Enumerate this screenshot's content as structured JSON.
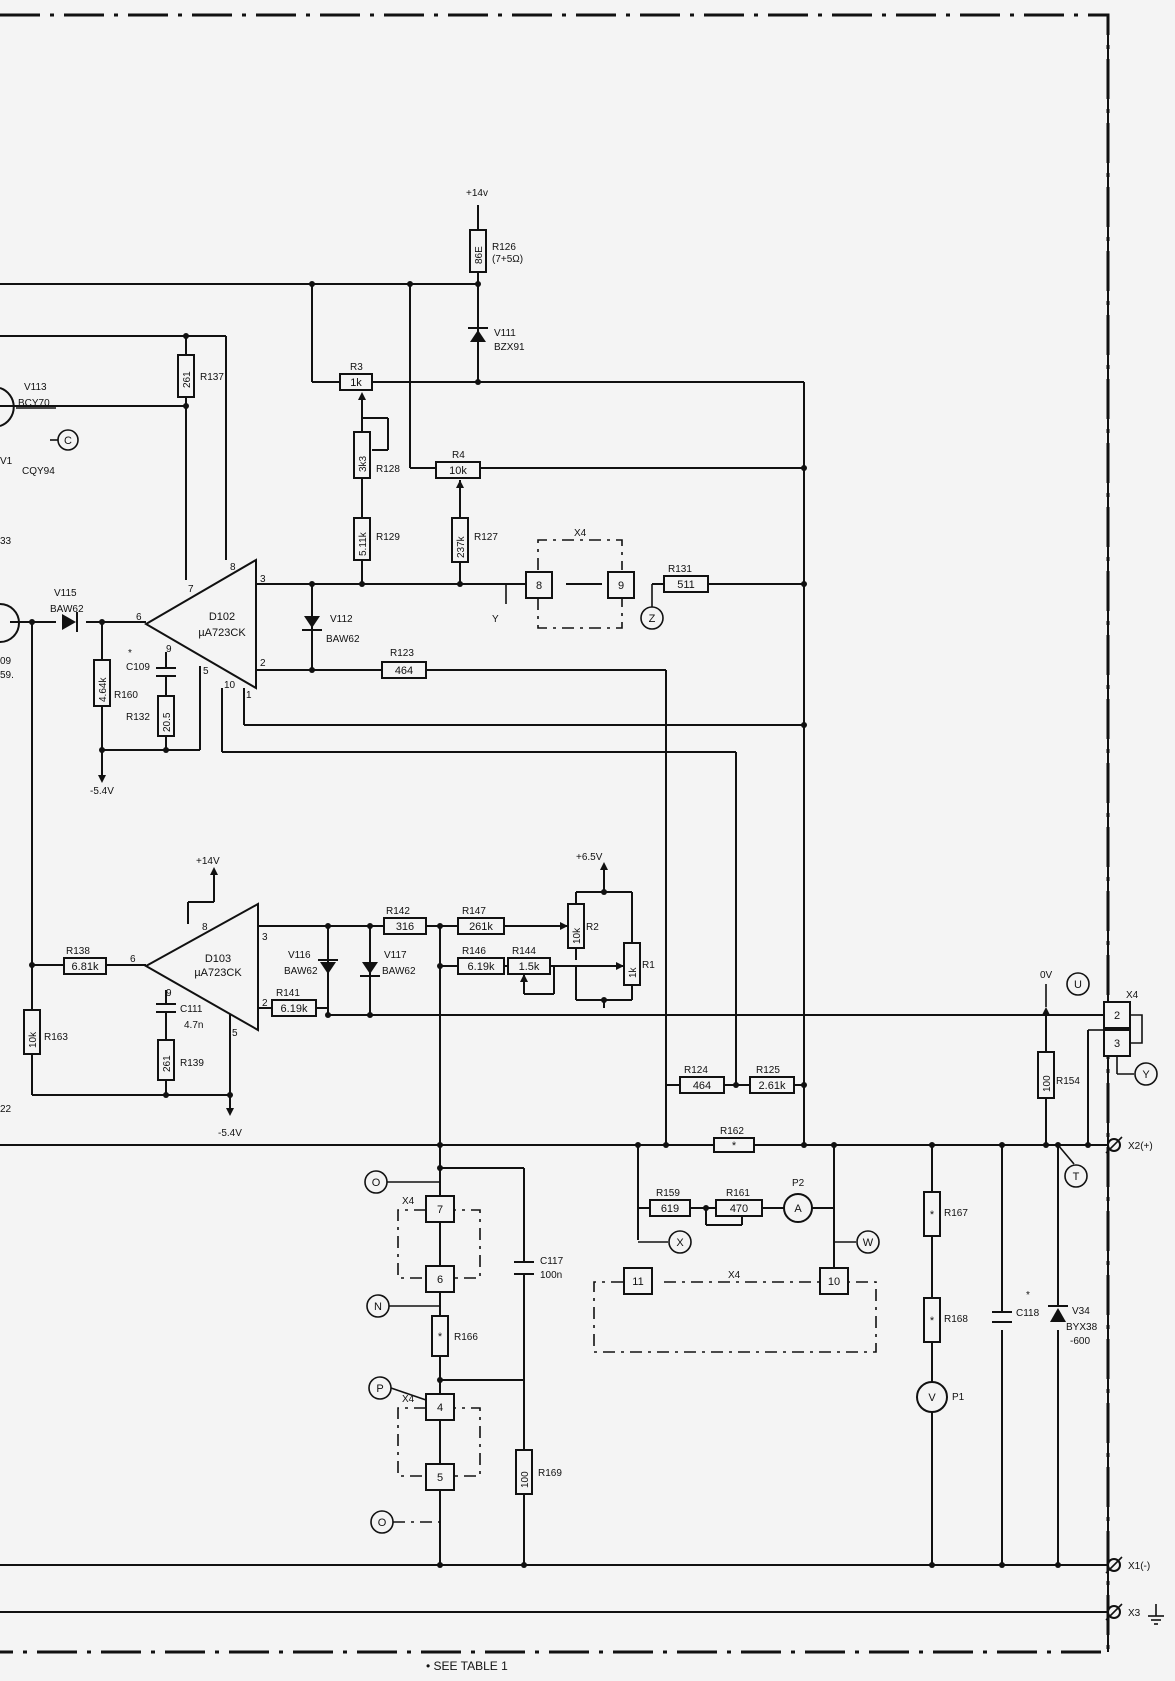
{
  "footnote": "• SEE TABLE 1",
  "supplies": {
    "p14a": "+14v",
    "p14b": "+14V",
    "m54a": "-5.4V",
    "m54b": "-5.4V",
    "p65": "+6.5V",
    "zero": "0V"
  },
  "ics": [
    {
      "ref": "D102",
      "type": "µA723CK",
      "pins": [
        "8",
        "7",
        "6",
        "9",
        "5",
        "10",
        "3",
        "2",
        "1"
      ]
    },
    {
      "ref": "D103",
      "type": "µA723CK",
      "pins": [
        "8",
        "6",
        "9",
        "5",
        "3",
        "2"
      ]
    }
  ],
  "resistors": {
    "R126": {
      "ref": "R126",
      "value": "86E",
      "note": "(7+5Ω)"
    },
    "R137": {
      "ref": "R137",
      "value": "261"
    },
    "R3": {
      "ref": "R3",
      "value": "1k"
    },
    "R128": {
      "ref": "R128",
      "value": "3k3"
    },
    "R4": {
      "ref": "R4",
      "value": "10k"
    },
    "R129": {
      "ref": "R129",
      "value": "5.11k"
    },
    "R127": {
      "ref": "R127",
      "value": "237k"
    },
    "R131": {
      "ref": "R131",
      "value": "511"
    },
    "R123": {
      "ref": "R123",
      "value": "464"
    },
    "R160": {
      "ref": "R160",
      "value": "4.64k"
    },
    "R132": {
      "ref": "R132",
      "value": "20.5"
    },
    "R142": {
      "ref": "R142",
      "value": "316"
    },
    "R147": {
      "ref": "R147",
      "value": "261k"
    },
    "R146": {
      "ref": "R146",
      "value": "6.19k"
    },
    "R144": {
      "ref": "R144",
      "value": "1.5k"
    },
    "R2": {
      "ref": "R2",
      "value": "10k"
    },
    "R1": {
      "ref": "R1",
      "value": "1k"
    },
    "R138": {
      "ref": "R138",
      "value": "6.81k"
    },
    "R141": {
      "ref": "R141",
      "value": "6.19k"
    },
    "R163": {
      "ref": "R163",
      "value": "10k"
    },
    "R139": {
      "ref": "R139",
      "value": "261"
    },
    "R124": {
      "ref": "R124",
      "value": "464"
    },
    "R125": {
      "ref": "R125",
      "value": "2.61k"
    },
    "R162": {
      "ref": "R162",
      "value": "*"
    },
    "R159": {
      "ref": "R159",
      "value": "619"
    },
    "R161": {
      "ref": "R161",
      "value": "470"
    },
    "R154": {
      "ref": "R154",
      "value": "100"
    },
    "R167": {
      "ref": "R167",
      "value": "*"
    },
    "R168": {
      "ref": "R168",
      "value": "*"
    },
    "R166": {
      "ref": "R166",
      "value": "*"
    },
    "R169": {
      "ref": "R169",
      "value": "100"
    }
  },
  "diodes": {
    "V111": {
      "ref": "V111",
      "type": "BZX91"
    },
    "V112": {
      "ref": "V112",
      "type": "BAW62"
    },
    "V115": {
      "ref": "V115",
      "type": "BAW62"
    },
    "V116": {
      "ref": "V116",
      "type": "BAW62"
    },
    "V117": {
      "ref": "V117",
      "type": "BAW62"
    },
    "V34": {
      "ref": "V34",
      "type": "BYX38",
      "type2": "-600"
    }
  },
  "transistors": {
    "V113": {
      "ref": "V113",
      "type": "BCY70"
    },
    "V1": {
      "ref": "V1",
      "type": "CQY94"
    },
    "V109": {
      "ref": "09",
      "type": "59."
    }
  },
  "capacitors": {
    "C109": {
      "ref": "C109",
      "value": ""
    },
    "C111": {
      "ref": "C111",
      "value": "4.7n"
    },
    "C117": {
      "ref": "C117",
      "value": "100n"
    },
    "C118": {
      "ref": "C118",
      "value": ""
    }
  },
  "meters": {
    "P1": {
      "ref": "P1",
      "sym": "V"
    },
    "P2": {
      "ref": "P2",
      "sym": "A"
    }
  },
  "connector": "X4",
  "connector_pins": [
    "8",
    "9",
    "7",
    "6",
    "4",
    "5",
    "11",
    "10",
    "2",
    "3"
  ],
  "terminals": {
    "x2": "X2(+)",
    "x1": "X1(-)",
    "x3": "X3"
  },
  "markers": [
    "C",
    "Y",
    "Z",
    "U",
    "Y",
    "T",
    "O",
    "N",
    "P",
    "O",
    "X",
    "W"
  ],
  "edge_labels": {
    "e33": "33",
    "e22": "22"
  }
}
